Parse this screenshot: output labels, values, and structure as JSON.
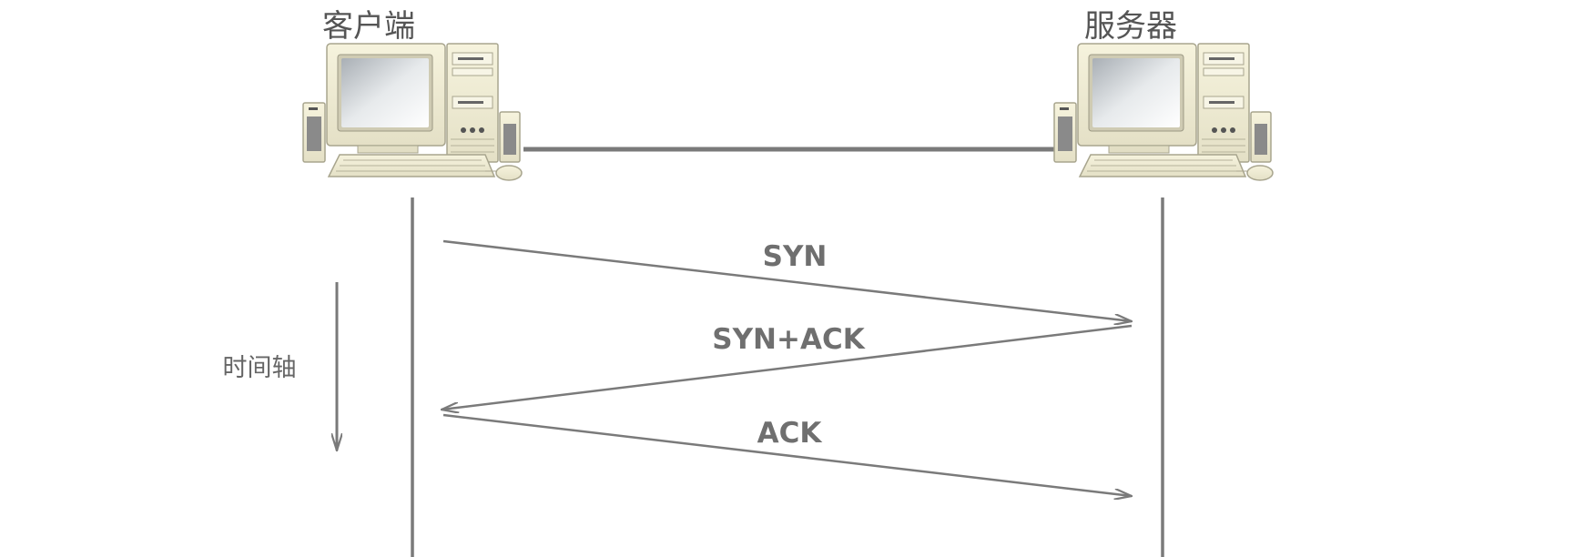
{
  "nodes": {
    "client": {
      "label": "客户端",
      "icon": "desktop-computer-icon"
    },
    "server": {
      "label": "服务器",
      "icon": "desktop-computer-icon"
    }
  },
  "messages": [
    {
      "label": "SYN",
      "from": "client",
      "to": "server"
    },
    {
      "label": "SYN+ACK",
      "from": "server",
      "to": "client"
    },
    {
      "label": "ACK",
      "from": "client",
      "to": "server"
    }
  ],
  "time_axis": {
    "label": "时间轴",
    "direction": "down"
  },
  "colors": {
    "line": "#7a7a7a",
    "text": "#6f6f6f",
    "computer_body": "#f1eed6",
    "computer_outline": "#a8a58e",
    "screen": "#d5d9dc",
    "speaker": "#8a8a8a"
  }
}
